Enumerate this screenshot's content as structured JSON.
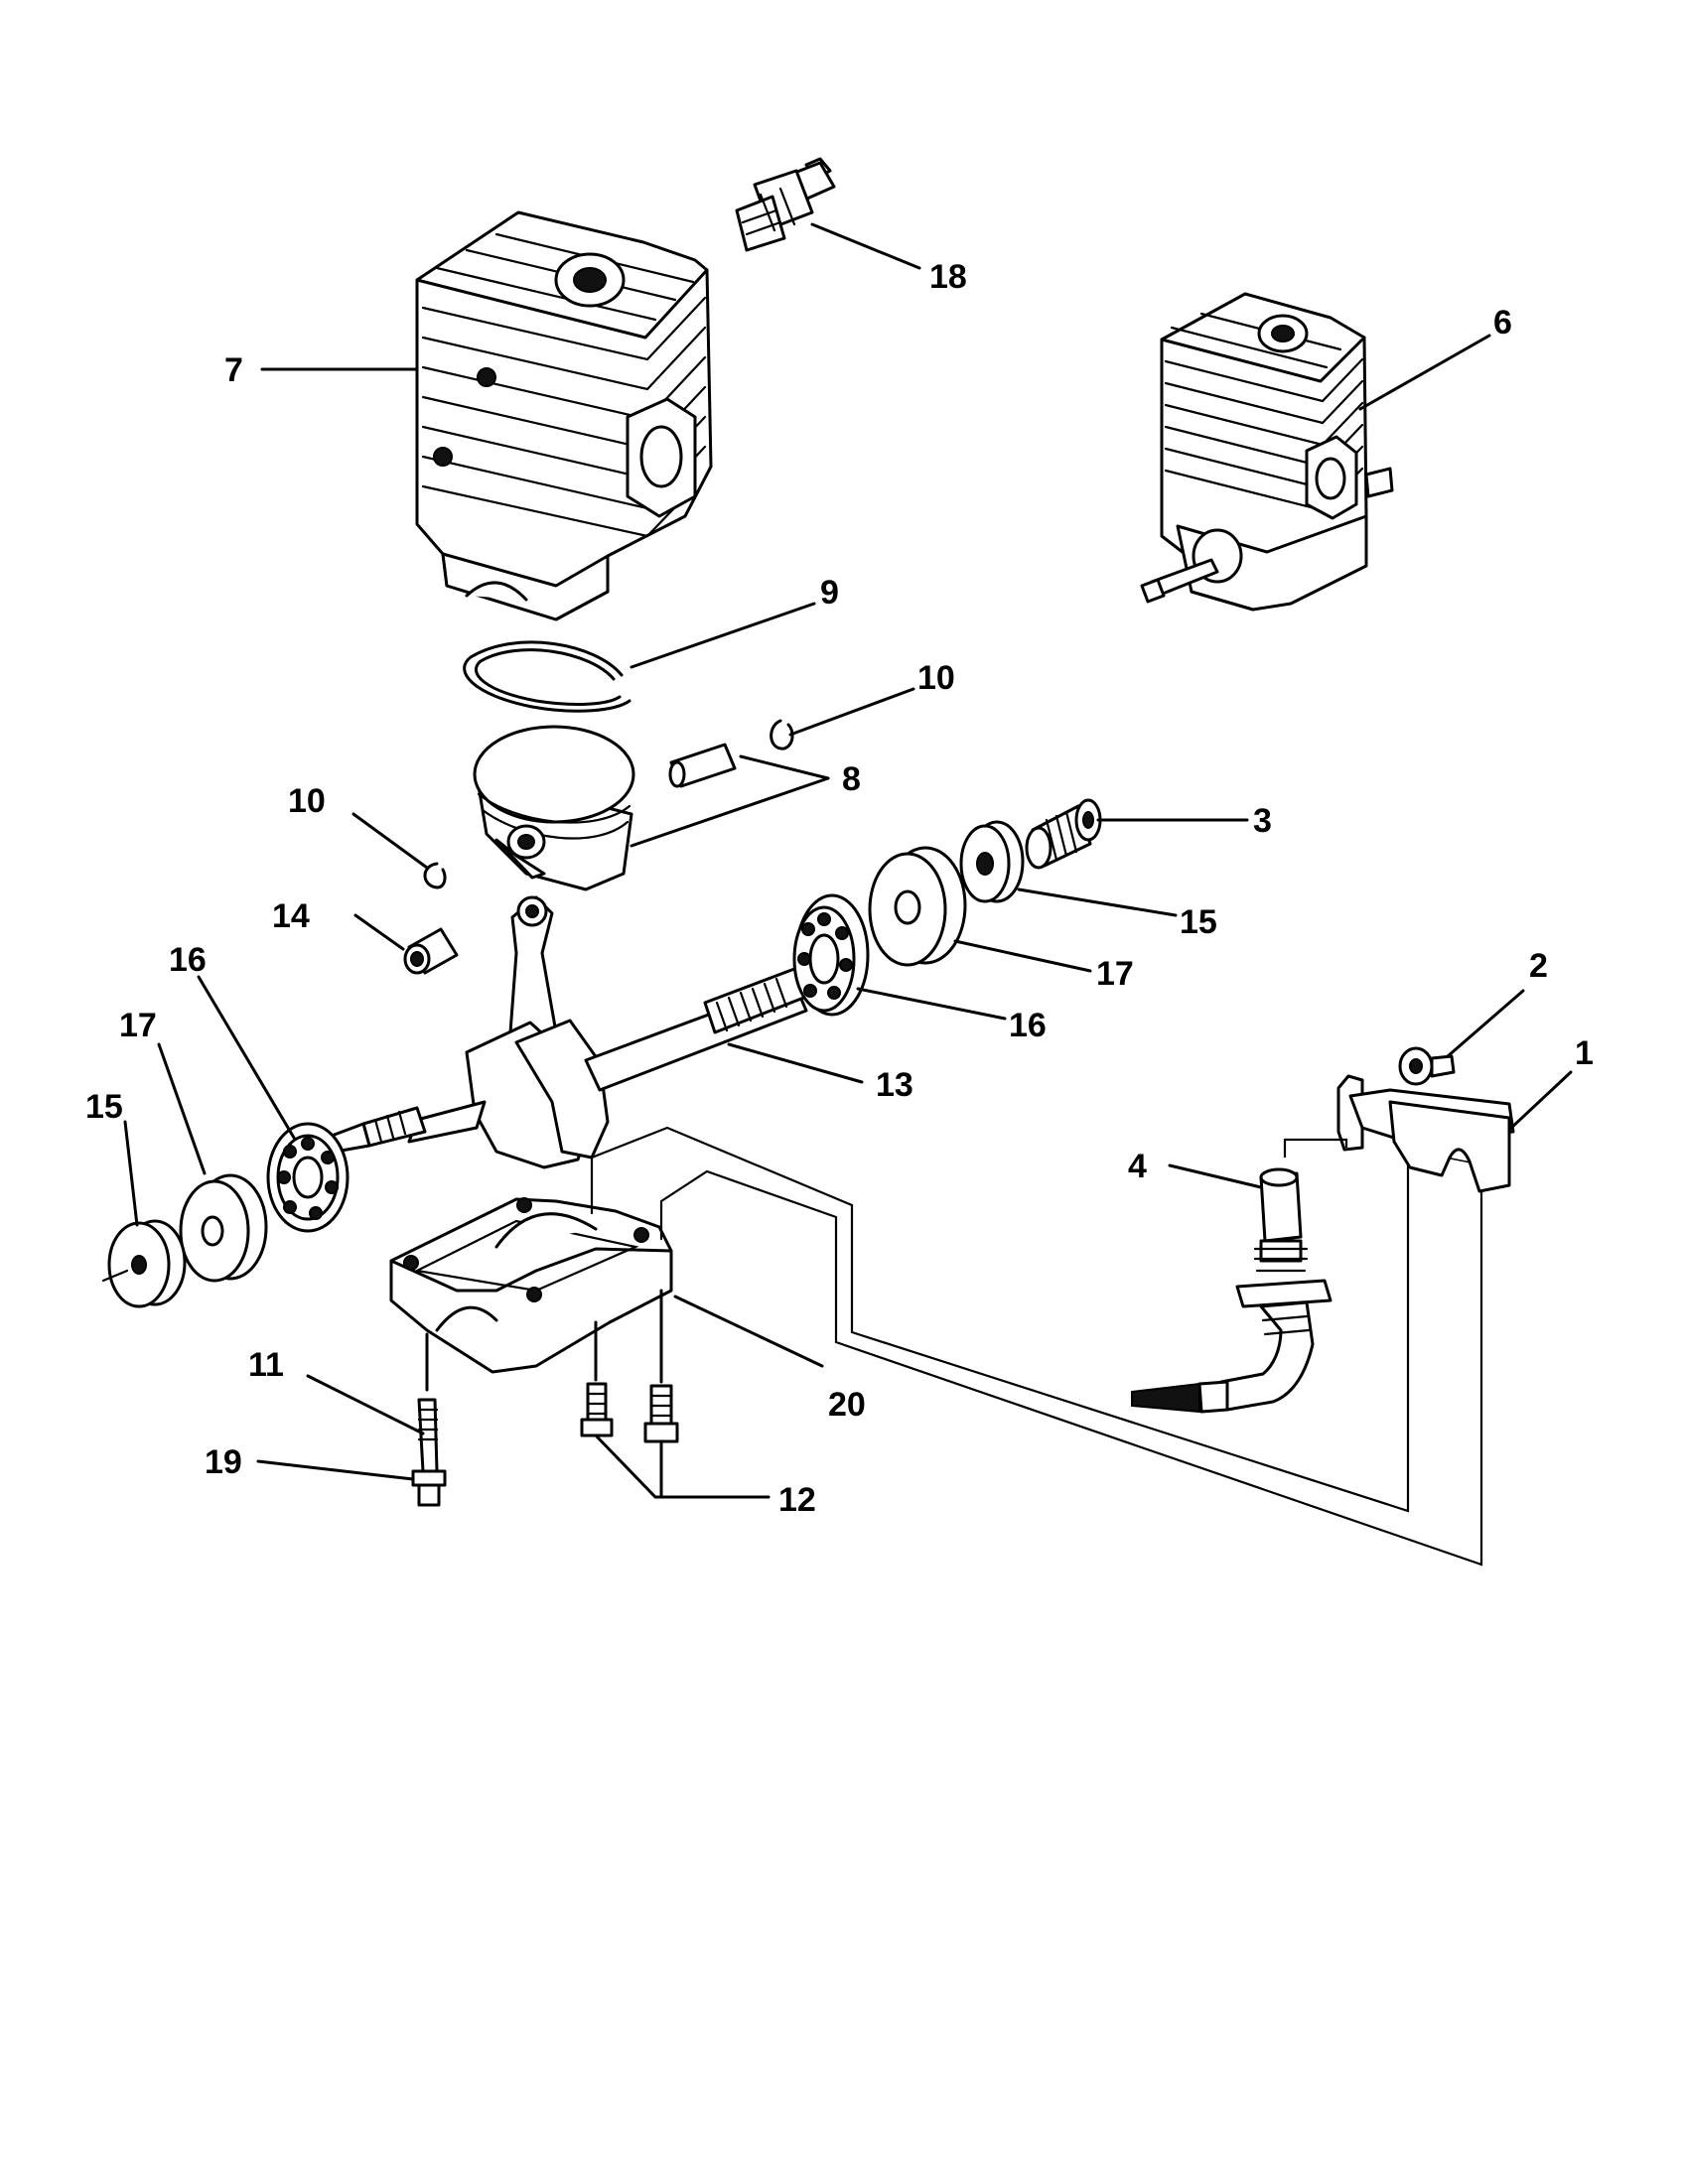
{
  "callouts": {
    "c1": "1",
    "c2": "2",
    "c3": "3",
    "c4": "4",
    "c6": "6",
    "c7": "7",
    "c8": "8",
    "c9": "9",
    "c10a": "10",
    "c10b": "10",
    "c11": "11",
    "c12": "12",
    "c13": "13",
    "c14": "14",
    "c15a": "15",
    "c15b": "15",
    "c16a": "16",
    "c16b": "16",
    "c17a": "17",
    "c17b": "17",
    "c18": "18",
    "c19": "19",
    "c20": "20"
  },
  "icons": {
    "spark_plug": "spark-plug-icon",
    "cylinder": "cylinder-icon",
    "engine_assembly": "engine-assembly-icon",
    "piston_ring": "piston-ring-icon",
    "piston": "piston-icon",
    "crankshaft": "crankshaft-icon",
    "bearing": "bearing-icon",
    "seal": "oil-seal-icon",
    "crankcase": "crankcase-icon",
    "screw": "screw-icon",
    "oil_pump": "oil-pump-icon",
    "bracket": "bracket-icon"
  }
}
